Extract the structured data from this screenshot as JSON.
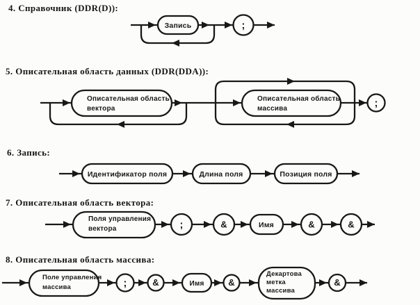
{
  "page": {
    "ink": "#181818",
    "paper": "#fcfcfa"
  },
  "sections": {
    "s4": {
      "heading": "4. Справочник (DDR(D)):",
      "nodes": {
        "zapis": "Запись",
        "semicolon": ";"
      }
    },
    "s5": {
      "heading": "5. Описательная область данных (DDR(DDA)):",
      "nodes": {
        "vector_area": [
          "Описательная область",
          "вектора"
        ],
        "array_area": [
          "Описательная область",
          "массива"
        ],
        "semicolon": ";"
      }
    },
    "s6": {
      "heading": "6. Запись:",
      "nodes": {
        "field_id": "Идентификатор поля",
        "field_len": "Длина поля",
        "field_pos": "Позиция поля"
      }
    },
    "s7": {
      "heading": "7. Описательная область вектора:",
      "nodes": {
        "vector_ctrl": [
          "Поля управления",
          "вектора"
        ],
        "semicolon": ";",
        "amp1": "&",
        "name": "Имя",
        "amp2": "&",
        "amp3": "&"
      }
    },
    "s8": {
      "heading": "8. Описательная область массива:",
      "nodes": {
        "array_ctrl": [
          "Поле управления",
          "массива"
        ],
        "semicolon": ";",
        "amp1": "&",
        "name": "Имя",
        "amp2": "&",
        "cart_label": [
          "Декартова",
          "метка",
          "массива"
        ],
        "amp3": "&"
      }
    }
  }
}
